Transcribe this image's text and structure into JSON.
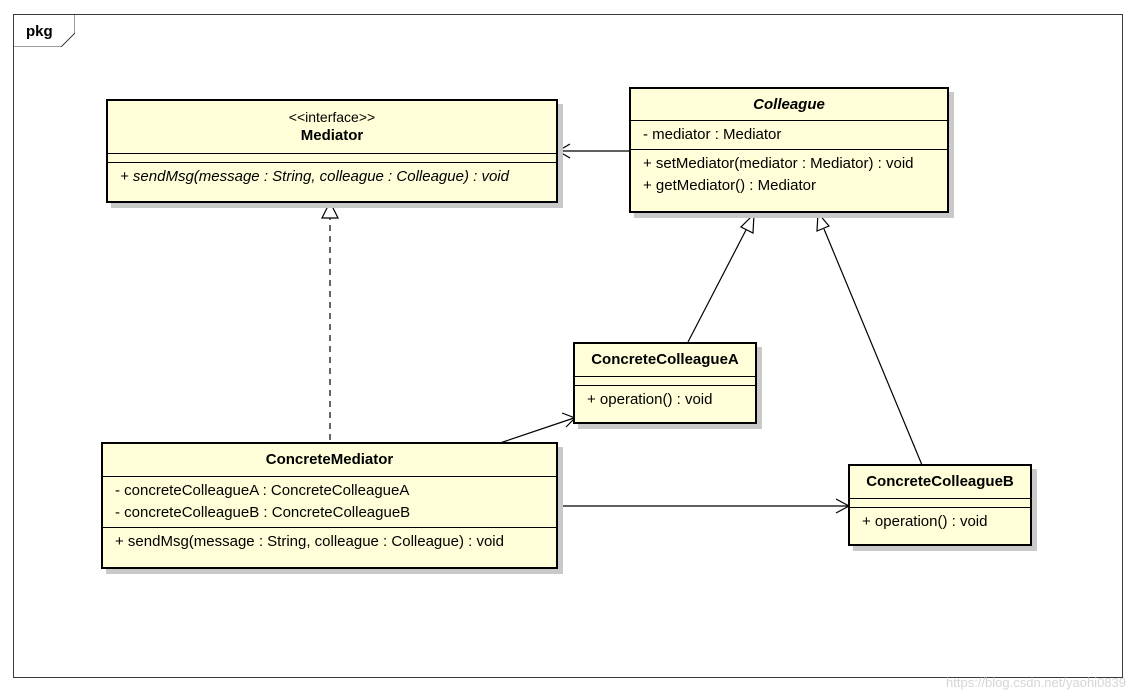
{
  "package": {
    "label": "pkg"
  },
  "classes": {
    "mediator": {
      "stereotype": "<<interface>>",
      "name": "Mediator",
      "operations": [
        "+ sendMsg(message : String, colleague : Colleague) : void"
      ]
    },
    "colleague": {
      "name": "Colleague",
      "attributes": [
        "- mediator : Mediator"
      ],
      "operations": [
        "+ setMediator(mediator : Mediator) : void",
        "+ getMediator() : Mediator"
      ]
    },
    "concrete_colleague_a": {
      "name": "ConcreteColleagueA",
      "operations": [
        "+ operation() : void"
      ]
    },
    "concrete_mediator": {
      "name": "ConcreteMediator",
      "attributes": [
        "- concreteColleagueA : ConcreteColleagueA",
        "- concreteColleagueB : ConcreteColleagueB"
      ],
      "operations": [
        "+ sendMsg(message : String, colleague : Colleague) : void"
      ]
    },
    "concrete_colleague_b": {
      "name": "ConcreteColleagueB",
      "operations": [
        "+ operation() : void"
      ]
    }
  },
  "relationships": [
    {
      "from": "Colleague",
      "to": "Mediator",
      "kind": "association"
    },
    {
      "from": "ConcreteMediator",
      "to": "Mediator",
      "kind": "realization"
    },
    {
      "from": "ConcreteColleagueA",
      "to": "Colleague",
      "kind": "generalization"
    },
    {
      "from": "ConcreteColleagueB",
      "to": "Colleague",
      "kind": "generalization"
    },
    {
      "from": "ConcreteMediator",
      "to": "ConcreteColleagueA",
      "kind": "association"
    },
    {
      "from": "ConcreteMediator",
      "to": "ConcreteColleagueB",
      "kind": "association"
    }
  ],
  "watermark": "https://blog.csdn.net/yaohi0839"
}
